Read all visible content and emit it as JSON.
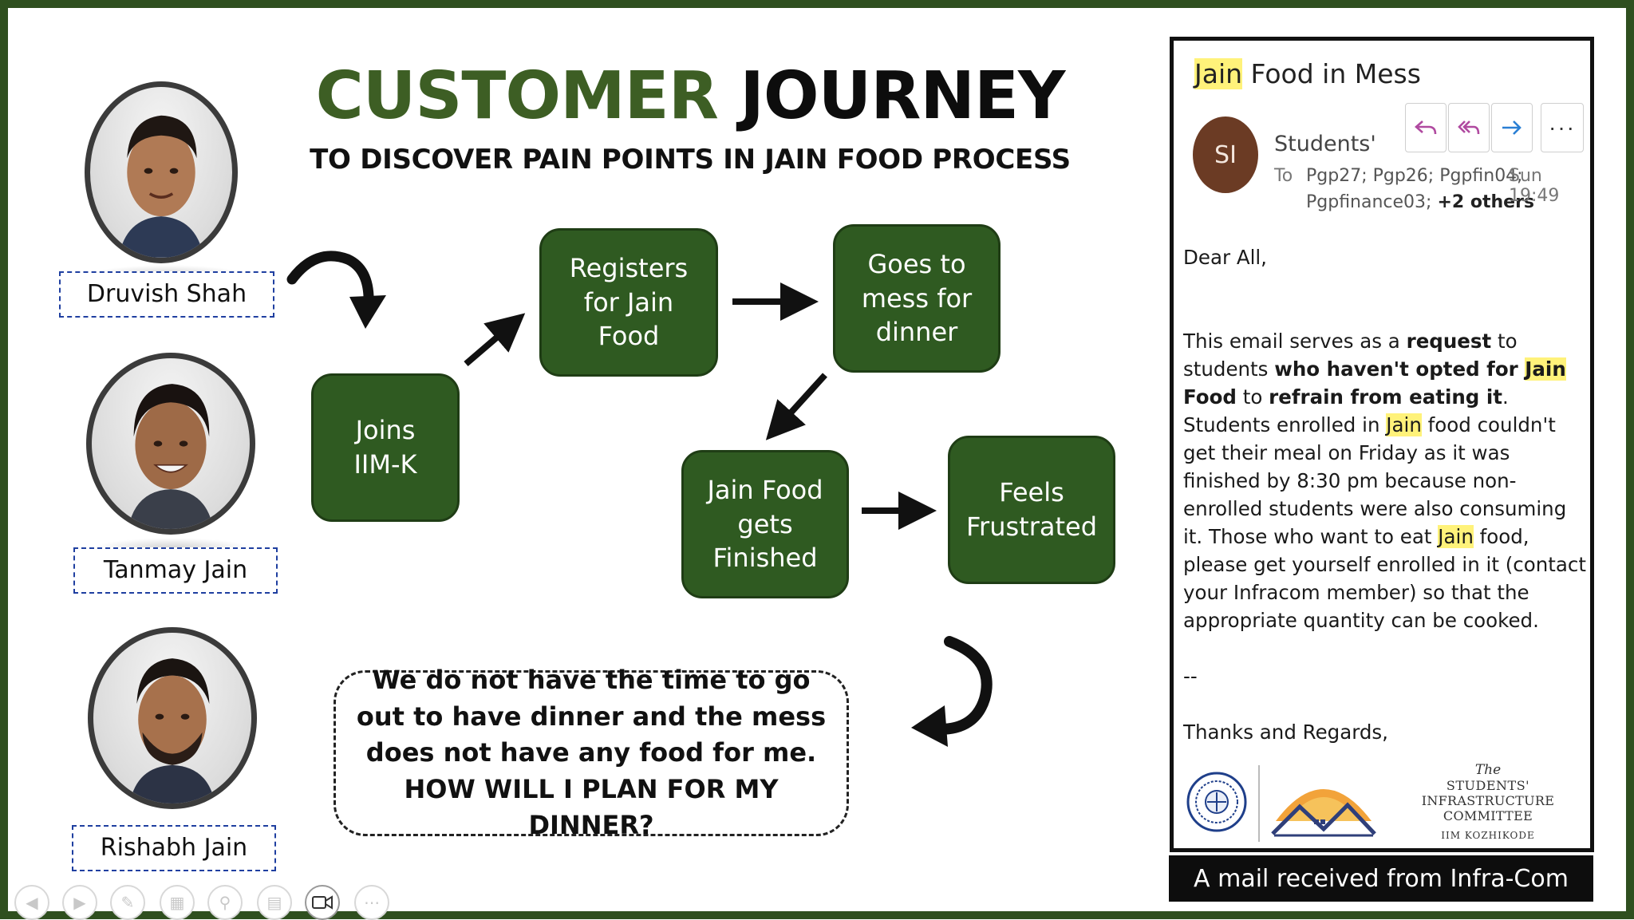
{
  "slide": {
    "title_part1": "CUSTOMER",
    "title_part2": "JOURNEY",
    "subtitle": "TO DISCOVER PAIN POINTS IN JAIN FOOD PROCESS",
    "team": [
      {
        "name": "Druvish Shah"
      },
      {
        "name": "Tanmay Jain"
      },
      {
        "name": "Rishabh Jain"
      }
    ],
    "flow": {
      "joins": "Joins\nIIM-K",
      "registers": "Registers\nfor Jain\nFood",
      "goes": "Goes to\nmess for\ndinner",
      "finished": "Jain Food\ngets\nFinished",
      "frustrated": "Feels\nFrustrated"
    },
    "quote": "We do not have the time to go out to have dinner and the mess does not have any food for me. HOW WILL I PLAN FOR MY DINNER?",
    "colors": {
      "box_green": "#2f5a21",
      "title_green": "#3d5e24",
      "border": "#2f4f1f",
      "highlight": "#fff27a"
    }
  },
  "email": {
    "subject_highlight": "Jain",
    "subject_rest": " Food in Mess",
    "sender_initials": "SI",
    "sender_name": "Students'",
    "to_label": "To",
    "recipients_line1": "Pgp27; Pgp26; Pgpfin04;",
    "recipients_line2": "Pgpfinance03;",
    "recipients_others": "+2 others",
    "time": "Sun 19:49",
    "buttons": [
      "reply-icon",
      "reply-all-icon",
      "forward-icon",
      "more-icon"
    ],
    "more_label": "···",
    "greeting": "Dear All,",
    "body": {
      "s1": "This email serves as a ",
      "s2": "request",
      "s3": " to students ",
      "s4": "who haven't opted for ",
      "s5": "Jain",
      "s6": " Food",
      "s7": " to ",
      "s8": "refrain from eating it",
      "s9": ". Students enrolled in ",
      "s10": "Jain",
      "s11": " food couldn't get their meal on Friday as it was finished by 8:30 pm because non-enrolled students were also consuming it. Those who want to eat ",
      "s12": "Jain",
      "s13": " food, please get yourself enrolled in it (contact your Infracom member) so that the appropriate quantity can be cooked."
    },
    "dashes": "--",
    "signoff": "Thanks and Regards,",
    "committee": {
      "the": "The",
      "line1": "STUDENTS'",
      "line2": "INFRASTRUCTURE COMMITTEE",
      "line3": "IIM KOZHIKODE"
    },
    "caption": "A mail received from Infra-Com"
  },
  "player_controls": [
    "prev-icon",
    "next-icon",
    "pen-icon",
    "slides-icon",
    "zoom-icon",
    "subtitles-icon",
    "camera-icon",
    "more-icon"
  ]
}
